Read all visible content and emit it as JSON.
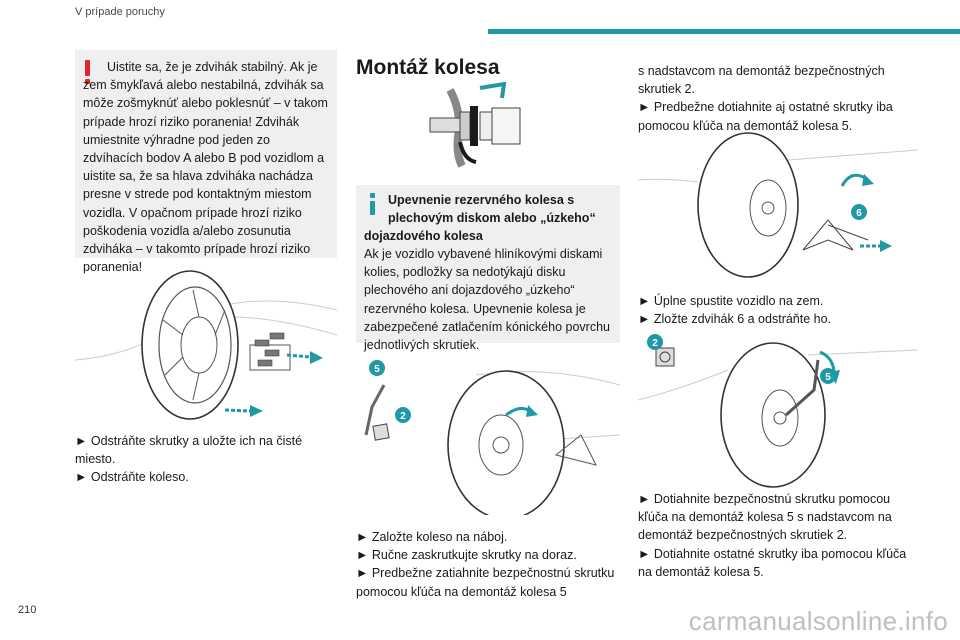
{
  "header": {
    "section_title": "V prípade poruchy"
  },
  "page_number": "210",
  "watermark": "carmanualsonline.info",
  "warning_box": {
    "text": "Uistite sa, že je zdvihák stabilný. Ak je zem šmykľavá alebo nestabilná, zdvihák sa môže zošmyknúť alebo poklesnúť – v takom prípade hrozí riziko poranenia! Zdvihák umiestnite výhradne pod jeden zo zdvíhacích bodov A alebo B pod vozidlom a uistite sa, že sa hlava zdviháka nachádza presne v strede pod kontaktným miestom vozidla. V opačnom prípade hrozí riziko poškodenia vozidla a/alebo zosunutia zdviháka – v takomto prípade hrozí riziko poranenia!"
  },
  "col1_steps": [
    "► Odstráňte skrutky a uložte ich na čisté miesto.",
    "► Odstráňte koleso."
  ],
  "section_title": "Montáž kolesa",
  "info_box": {
    "title": "Upevnenie rezervného kolesa s plechovým diskom alebo „úzkeho“",
    "title_cont": "dojazdového kolesa",
    "text": "Ak je vozidlo vybavené hliníkovými diskami kolies, podložky sa nedotýkajú disku plechového ani dojazdového „úzkeho“ rezervného kolesa. Upevnenie kolesa je zabezpečené zatlačením kónického povrchu jednotlivých skrutiek."
  },
  "col2_steps": [
    "► Založte koleso na náboj.",
    "► Ručne zaskrutkujte skrutky na doraz.",
    "► Predbežne zatiahnite bezpečnostnú skrutku pomocou kľúča na demontáž kolesa 5"
  ],
  "col3_top": [
    "s nadstavcom na demontáž bezpečnostných skrutiek 2.",
    "► Predbežne dotiahnite aj ostatné skrutky iba pomocou kľúča na demontáž kolesa 5."
  ],
  "col3_mid": [
    "► Úplne spustite vozidlo na zem.",
    "► Zložte zdvihák 6 a odstráňte ho."
  ],
  "col3_bottom": [
    "► Dotiahnite bezpečnostnú skrutku pomocou kľúča na demontáž kolesa 5 s nadstavcom na demontáž bezpečnostných skrutiek 2.",
    "► Dotiahnite ostatné skrutky iba pomocou kľúča na demontáž kolesa 5."
  ],
  "figure_labels": {
    "wrench": "5",
    "adapter": "2",
    "jack": "6"
  },
  "colors": {
    "accent": "#1f9aa5",
    "warning": "#e0242a",
    "box_bg": "#efefef"
  }
}
